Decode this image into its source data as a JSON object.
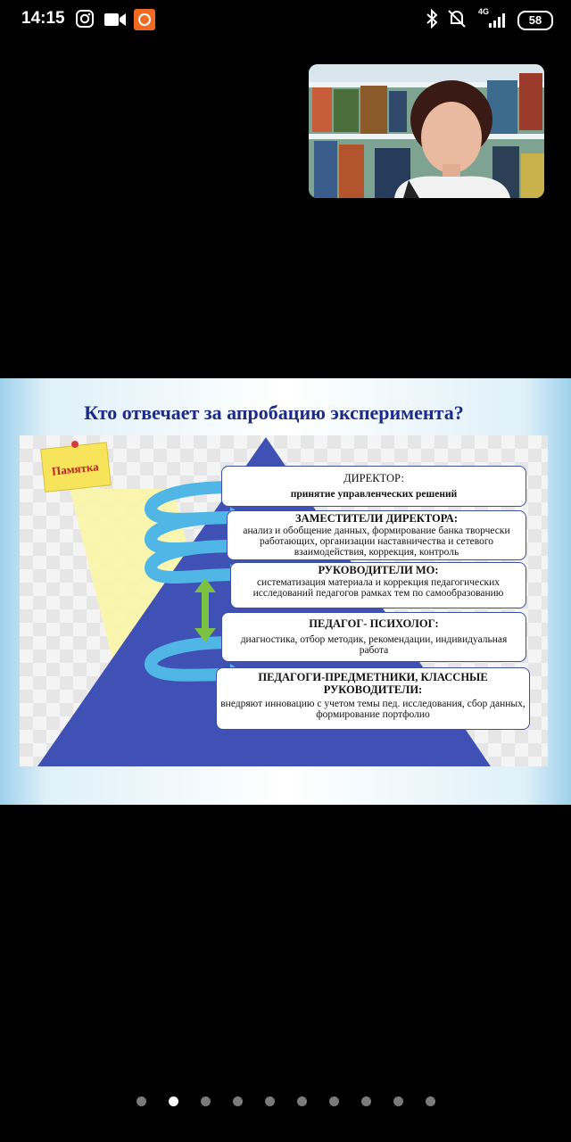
{
  "status_bar": {
    "time": "14:15",
    "battery": "58",
    "network": "4G"
  },
  "slide": {
    "title": "Кто отвечает за апробацию эксперимента?",
    "note": "Памятка",
    "boxes": [
      {
        "heading": "ДИРЕКТОР:",
        "body": "принятие управленческих решений"
      },
      {
        "heading": "ЗАМЕСТИТЕЛИ ДИРЕКТОРА:",
        "body": "анализ и обобщение данных, формирование банка творчески работающих, организации наставничества и сетевого взаимодействия, коррекция, контроль"
      },
      {
        "heading": "РУКОВОДИТЕЛИ МО:",
        "body": "систематизация материала и коррекция педагогических исследований педагогов рамках тем по самообразованию"
      },
      {
        "heading": "ПЕДАГОГ- ПСИХОЛОГ:",
        "body": "диагностика, отбор методик, рекомендации, индивидуальная работа"
      },
      {
        "heading": "ПЕДАГОГИ-ПРЕДМЕТНИКИ, КЛАССНЫЕ РУКОВОДИТЕЛИ:",
        "body": "внедряют инновацию с учетом темы пед. исследования, сбор данных, формирование портфолио"
      }
    ]
  },
  "pager": {
    "count": 10,
    "active_index": 1
  },
  "colors": {
    "title": "#1c2a8a",
    "pyramid": "#3f51b5",
    "arrow": "#4fb6e6",
    "double_arrow": "#7cc242",
    "note": "#f7e45a"
  }
}
